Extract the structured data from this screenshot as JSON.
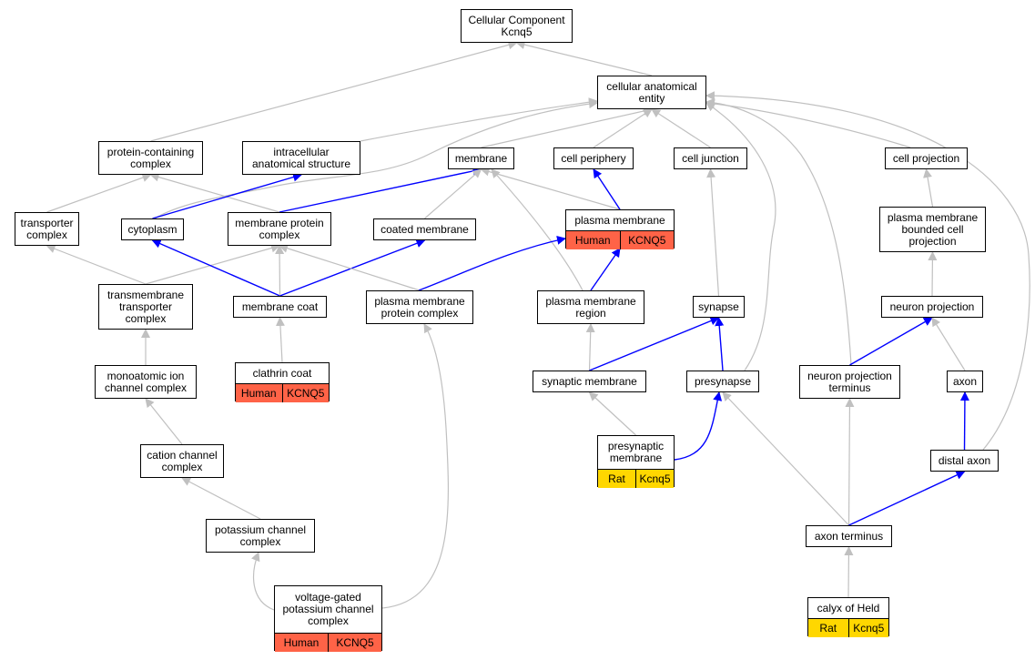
{
  "diagram": {
    "nodes": [
      {
        "id": "root",
        "label": "Cellular Component\nKcnq5"
      },
      {
        "id": "cae",
        "label": "cellular anatomical\nentity"
      },
      {
        "id": "pcc",
        "label": "protein-containing\ncomplex"
      },
      {
        "id": "ias",
        "label": "intracellular\nanatomical structure"
      },
      {
        "id": "mem",
        "label": "membrane"
      },
      {
        "id": "cper",
        "label": "cell periphery"
      },
      {
        "id": "cjun",
        "label": "cell junction"
      },
      {
        "id": "cproj",
        "label": "cell projection"
      },
      {
        "id": "tcx",
        "label": "transporter\ncomplex"
      },
      {
        "id": "cyto",
        "label": "cytoplasm"
      },
      {
        "id": "mpc",
        "label": "membrane protein\ncomplex"
      },
      {
        "id": "cmem",
        "label": "coated membrane"
      },
      {
        "id": "pm",
        "label": "plasma membrane",
        "annotations": [
          {
            "species": "Human",
            "gene": "KCNQ5"
          }
        ]
      },
      {
        "id": "pmbcp",
        "label": "plasma membrane\nbounded cell\nprojection"
      },
      {
        "id": "tmtc",
        "label": "transmembrane\ntransporter\ncomplex"
      },
      {
        "id": "mcoat",
        "label": "membrane coat"
      },
      {
        "id": "pmpc",
        "label": "plasma membrane\nprotein complex"
      },
      {
        "id": "pmr",
        "label": "plasma membrane\nregion"
      },
      {
        "id": "syn",
        "label": "synapse"
      },
      {
        "id": "nproj",
        "label": "neuron projection"
      },
      {
        "id": "micc",
        "label": "monoatomic ion\nchannel complex"
      },
      {
        "id": "ccoat",
        "label": "clathrin coat",
        "annotations": [
          {
            "species": "Human",
            "gene": "KCNQ5"
          }
        ]
      },
      {
        "id": "synm",
        "label": "synaptic membrane"
      },
      {
        "id": "presyn",
        "label": "presynapse"
      },
      {
        "id": "npt",
        "label": "neuron projection\nterminus"
      },
      {
        "id": "axon",
        "label": "axon"
      },
      {
        "id": "cacc",
        "label": "cation channel\ncomplex"
      },
      {
        "id": "psm",
        "label": "presynaptic\nmembrane",
        "annotations": [
          {
            "species": "Rat",
            "gene": "Kcnq5"
          }
        ]
      },
      {
        "id": "dax",
        "label": "distal axon"
      },
      {
        "id": "kcc",
        "label": "potassium channel\ncomplex"
      },
      {
        "id": "axt",
        "label": "axon terminus"
      },
      {
        "id": "vgkcc",
        "label": "voltage-gated\npotassium channel\ncomplex",
        "annotations": [
          {
            "species": "Human",
            "gene": "KCNQ5"
          }
        ]
      },
      {
        "id": "coh",
        "label": "calyx of Held",
        "annotations": [
          {
            "species": "Rat",
            "gene": "Kcnq5"
          }
        ]
      }
    ],
    "edges": [
      {
        "from": "pcc",
        "to": "root",
        "type": "is_a"
      },
      {
        "from": "cae",
        "to": "root",
        "type": "is_a"
      },
      {
        "from": "ias",
        "to": "cae",
        "type": "is_a"
      },
      {
        "from": "mem",
        "to": "cae",
        "type": "is_a"
      },
      {
        "from": "cper",
        "to": "cae",
        "type": "is_a"
      },
      {
        "from": "cjun",
        "to": "cae",
        "type": "is_a"
      },
      {
        "from": "cproj",
        "to": "cae",
        "type": "is_a"
      },
      {
        "from": "cyto",
        "to": "cae",
        "type": "is_a"
      },
      {
        "from": "presyn",
        "to": "cae",
        "type": "is_a"
      },
      {
        "from": "npt",
        "to": "cae",
        "type": "is_a"
      },
      {
        "from": "dax",
        "to": "cae",
        "type": "is_a"
      },
      {
        "from": "tcx",
        "to": "pcc",
        "type": "is_a"
      },
      {
        "from": "mpc",
        "to": "pcc",
        "type": "is_a"
      },
      {
        "from": "cyto",
        "to": "ias",
        "type": "part_of"
      },
      {
        "from": "mpc",
        "to": "mem",
        "type": "part_of"
      },
      {
        "from": "cmem",
        "to": "mem",
        "type": "is_a"
      },
      {
        "from": "pm",
        "to": "mem",
        "type": "is_a"
      },
      {
        "from": "pmr",
        "to": "mem",
        "type": "is_a"
      },
      {
        "from": "pm",
        "to": "cper",
        "type": "part_of"
      },
      {
        "from": "syn",
        "to": "cjun",
        "type": "is_a"
      },
      {
        "from": "pmbcp",
        "to": "cproj",
        "type": "is_a"
      },
      {
        "from": "nproj",
        "to": "pmbcp",
        "type": "is_a"
      },
      {
        "from": "tmtc",
        "to": "tcx",
        "type": "is_a"
      },
      {
        "from": "tmtc",
        "to": "mpc",
        "type": "is_a"
      },
      {
        "from": "mcoat",
        "to": "cyto",
        "type": "part_of"
      },
      {
        "from": "mcoat",
        "to": "mpc",
        "type": "is_a"
      },
      {
        "from": "mcoat",
        "to": "cmem",
        "type": "part_of"
      },
      {
        "from": "pmpc",
        "to": "mpc",
        "type": "is_a"
      },
      {
        "from": "pmpc",
        "to": "pm",
        "type": "part_of"
      },
      {
        "from": "pmr",
        "to": "pm",
        "type": "part_of"
      },
      {
        "from": "micc",
        "to": "tmtc",
        "type": "is_a"
      },
      {
        "from": "ccoat",
        "to": "mcoat",
        "type": "is_a"
      },
      {
        "from": "synm",
        "to": "pmr",
        "type": "is_a"
      },
      {
        "from": "synm",
        "to": "syn",
        "type": "part_of"
      },
      {
        "from": "presyn",
        "to": "syn",
        "type": "part_of"
      },
      {
        "from": "npt",
        "to": "nproj",
        "type": "part_of"
      },
      {
        "from": "axon",
        "to": "nproj",
        "type": "is_a"
      },
      {
        "from": "cacc",
        "to": "micc",
        "type": "is_a"
      },
      {
        "from": "psm",
        "to": "synm",
        "type": "is_a"
      },
      {
        "from": "psm",
        "to": "presyn",
        "type": "part_of"
      },
      {
        "from": "dax",
        "to": "axon",
        "type": "part_of"
      },
      {
        "from": "kcc",
        "to": "cacc",
        "type": "is_a"
      },
      {
        "from": "axt",
        "to": "presyn",
        "type": "is_a"
      },
      {
        "from": "axt",
        "to": "npt",
        "type": "is_a"
      },
      {
        "from": "axt",
        "to": "dax",
        "type": "part_of"
      },
      {
        "from": "vgkcc",
        "to": "kcc",
        "type": "is_a"
      },
      {
        "from": "vgkcc",
        "to": "pmpc",
        "type": "is_a"
      },
      {
        "from": "coh",
        "to": "axt",
        "type": "is_a"
      }
    ]
  },
  "colors": {
    "is_a_edge": "#c0c0c0",
    "part_of_edge": "#0000ff",
    "human_annotation": "#ff6347",
    "rat_annotation": "#ffd700"
  }
}
